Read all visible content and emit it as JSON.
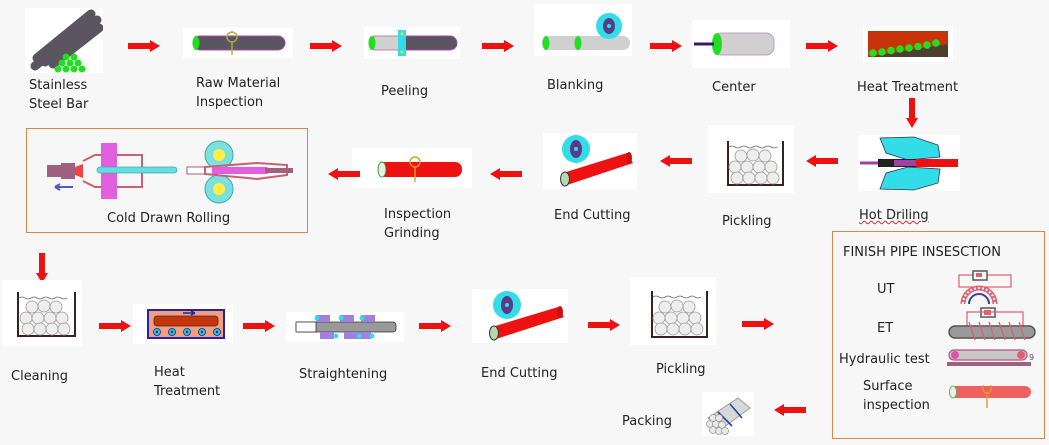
{
  "diagram": {
    "type": "process-flow",
    "title": "Stainless steel pipe production process",
    "colors": {
      "arrow": "#ee1111",
      "box_border": "#d08a4a",
      "bar_end": "#22dd22",
      "pipe_hot": "#ee1111",
      "pipe_dark": "#5a5560",
      "pipe_light": "#d0d0d0",
      "cyan": "#33dde8",
      "magenta": "#e060e0"
    },
    "steps": [
      {
        "id": "stainless-steel-bar",
        "label_lines": [
          "Stainless",
          "Steel Bar"
        ],
        "icon": "bar-bundle-icon"
      },
      {
        "id": "raw-material-inspection",
        "label_lines": [
          "Raw Material",
          "Inspection"
        ],
        "icon": "bar-inspection-icon"
      },
      {
        "id": "peeling",
        "label_lines": [
          "Peeling"
        ],
        "icon": "peeling-icon"
      },
      {
        "id": "blanking",
        "label_lines": [
          "Blanking"
        ],
        "icon": "saw-blade-icon"
      },
      {
        "id": "center",
        "label_lines": [
          "Center"
        ],
        "icon": "center-drill-icon"
      },
      {
        "id": "heat-treatment-1",
        "label_lines": [
          "Heat Treatment"
        ],
        "icon": "furnace-bars-icon"
      },
      {
        "id": "hot-drilling",
        "label_lines": [
          "Hot Driling"
        ],
        "icon": "piercing-mill-icon",
        "spellcheck_underline": true
      },
      {
        "id": "pickling-1",
        "label_lines": [
          "Pickling"
        ],
        "icon": "pickling-tank-icon"
      },
      {
        "id": "end-cutting-1",
        "label_lines": [
          "End Cutting"
        ],
        "icon": "pipe-cutter-icon"
      },
      {
        "id": "inspection-grinding",
        "label_lines": [
          "Inspection",
          "Grinding"
        ],
        "icon": "pipe-inspection-icon"
      },
      {
        "id": "cold-drawn-rolling",
        "label_lines": [
          "Cold Drawn Rolling"
        ],
        "icon": "cold-draw-roll-icon"
      },
      {
        "id": "cleaning",
        "label_lines": [
          "Cleaning"
        ],
        "icon": "cleaning-tank-icon"
      },
      {
        "id": "heat-treatment-2",
        "label_lines": [
          "Heat",
          "Treatment"
        ],
        "icon": "annealing-furnace-icon"
      },
      {
        "id": "straightening",
        "label_lines": [
          "Straightening"
        ],
        "icon": "straightener-icon"
      },
      {
        "id": "end-cutting-2",
        "label_lines": [
          "End Cutting"
        ],
        "icon": "pipe-cutter-icon"
      },
      {
        "id": "pickling-2",
        "label_lines": [
          "Pickling"
        ],
        "icon": "pickling-tank-icon"
      },
      {
        "id": "finish-pipe-inspection",
        "label_lines": [
          "FINISH PIPE INSESCTION"
        ],
        "icon": "inspection-panel"
      },
      {
        "id": "packing",
        "label_lines": [
          "Packing"
        ],
        "icon": "pipe-bundle-icon"
      }
    ],
    "finish_inspection": {
      "title": "FINISH PIPE INSESCTION",
      "items": [
        {
          "label_lines": [
            "UT"
          ],
          "icon": "ultrasonic-test-icon"
        },
        {
          "label_lines": [
            "ET"
          ],
          "icon": "eddy-current-test-icon"
        },
        {
          "label_lines": [
            "Hydraulic test"
          ],
          "icon": "hydraulic-test-icon"
        },
        {
          "label_lines": [
            "Surface",
            "inspection"
          ],
          "icon": "surface-inspection-icon"
        }
      ]
    },
    "flow": [
      [
        "stainless-steel-bar",
        "raw-material-inspection"
      ],
      [
        "raw-material-inspection",
        "peeling"
      ],
      [
        "peeling",
        "blanking"
      ],
      [
        "blanking",
        "center"
      ],
      [
        "center",
        "heat-treatment-1"
      ],
      [
        "heat-treatment-1",
        "hot-drilling"
      ],
      [
        "hot-drilling",
        "pickling-1"
      ],
      [
        "pickling-1",
        "end-cutting-1"
      ],
      [
        "end-cutting-1",
        "inspection-grinding"
      ],
      [
        "inspection-grinding",
        "cold-drawn-rolling"
      ],
      [
        "cold-drawn-rolling",
        "cleaning"
      ],
      [
        "cleaning",
        "heat-treatment-2"
      ],
      [
        "heat-treatment-2",
        "straightening"
      ],
      [
        "straightening",
        "end-cutting-2"
      ],
      [
        "end-cutting-2",
        "pickling-2"
      ],
      [
        "pickling-2",
        "finish-pipe-inspection"
      ],
      [
        "finish-pipe-inspection",
        "packing"
      ]
    ]
  }
}
